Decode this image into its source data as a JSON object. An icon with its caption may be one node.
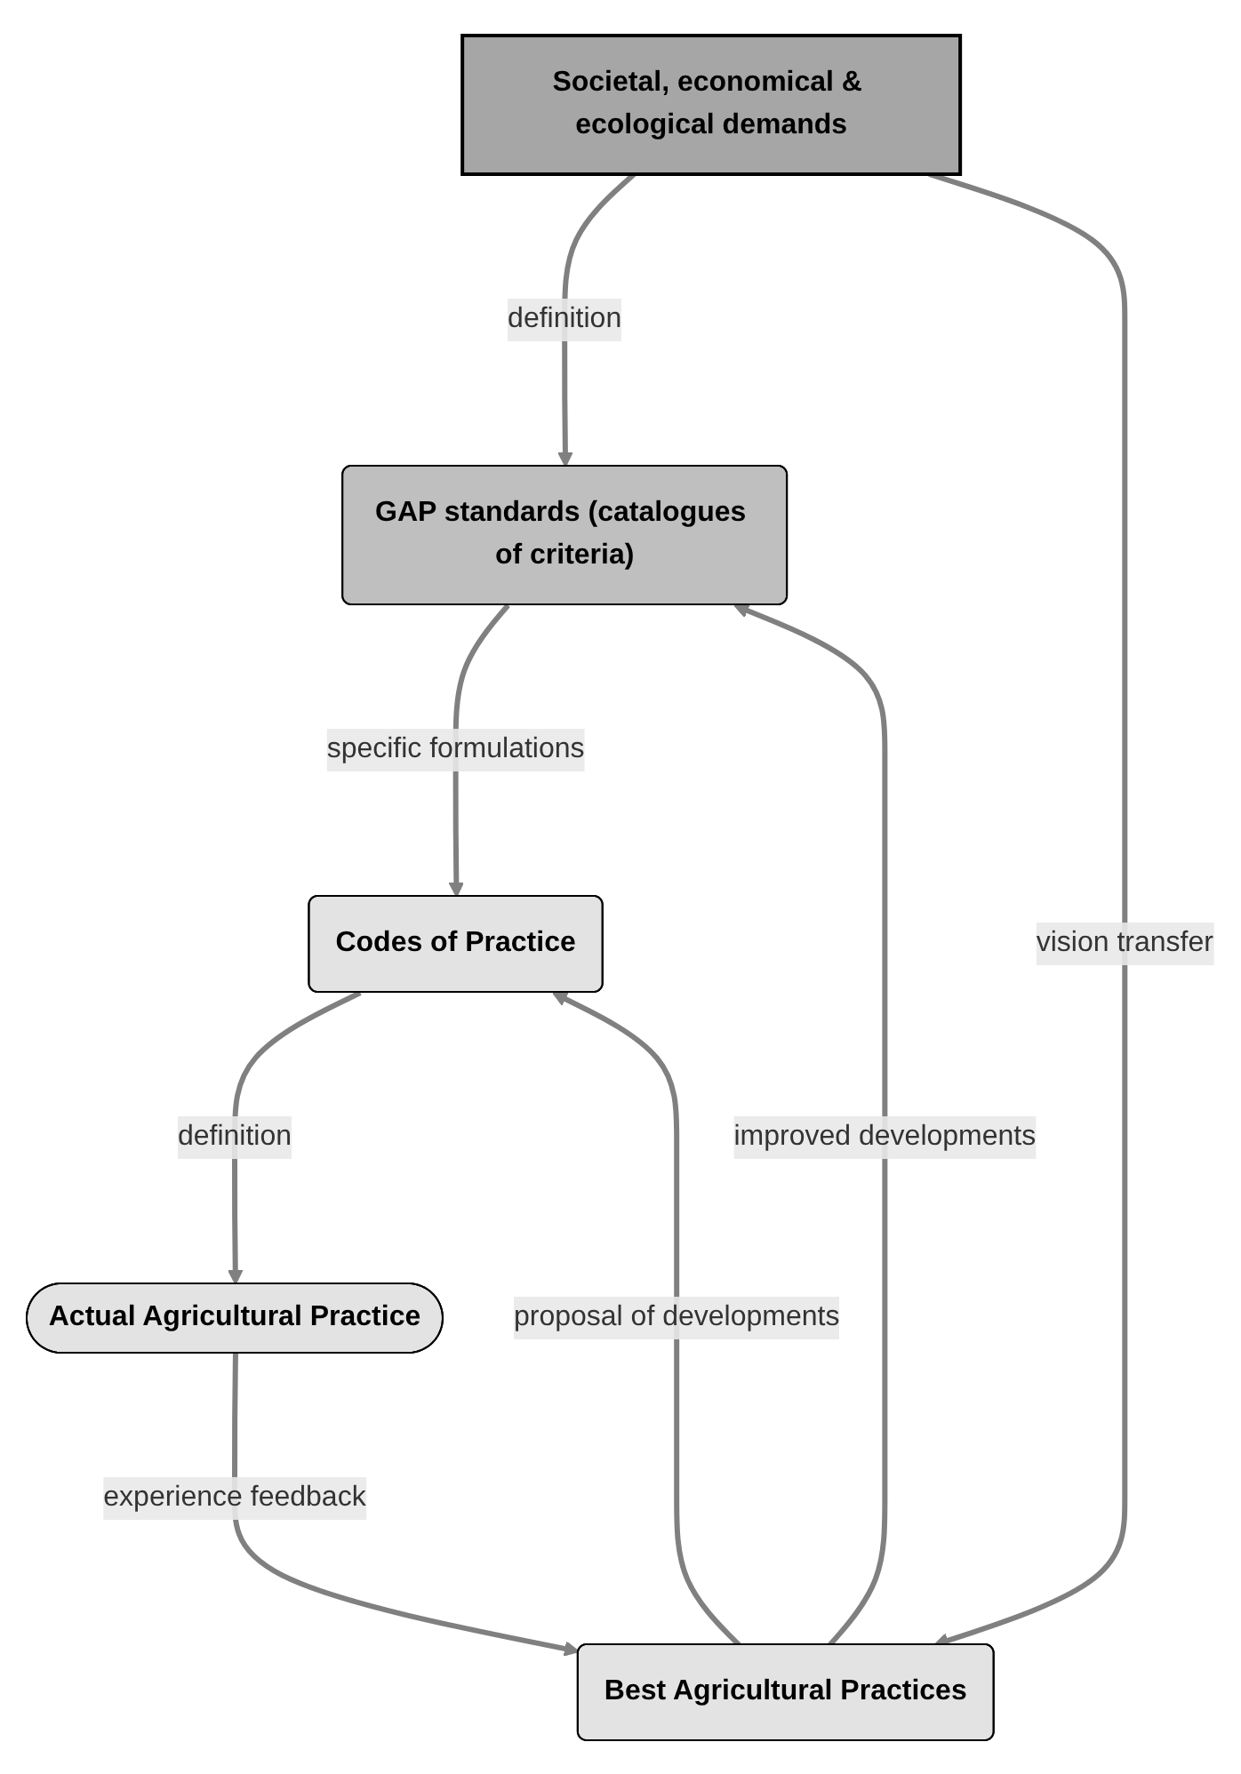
{
  "diagram": {
    "nodes": [
      {
        "text": [
          "Societal, economical & ecological demands"
        ]
      },
      {
        "text": [
          "GAP standards (catalogues of criteria)"
        ]
      },
      {
        "text": [
          "Codes of Practice"
        ]
      },
      {
        "text": [
          "Best Agricultural Practices"
        ]
      },
      {
        "text": [
          "Actual Agricultural Practice"
        ]
      }
    ],
    "edges": [
      {
        "from": 0,
        "to": 1,
        "arrow": "to",
        "label": "definition"
      },
      {
        "from": 0,
        "to": 3,
        "arrow": "to",
        "label": "vision transfer"
      },
      {
        "from": 1,
        "to": 2,
        "arrow": "to",
        "label": "specific formulations"
      },
      {
        "from": 3,
        "to": 1,
        "arrow": "to",
        "label": "improved developments"
      },
      {
        "from": 3,
        "to": 2,
        "arrow": "to",
        "label": "proposal of developments"
      },
      {
        "from": 2,
        "to": 4,
        "arrow": "to",
        "label": "definition"
      },
      {
        "from": 4,
        "to": 3,
        "arrow": "to",
        "label": "experience feedback"
      }
    ]
  }
}
